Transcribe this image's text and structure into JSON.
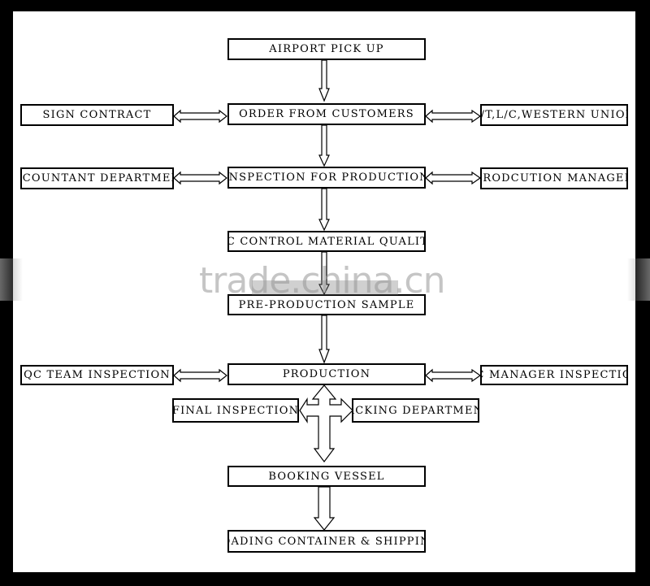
{
  "nodes": {
    "airport_pickup": "AIRPORT PICK UP",
    "order_from_customers": "ORDER FROM CUSTOMERS",
    "sign_contract": "SIGN CONTRACT",
    "payment_methods": "T/T,L/C,WESTERN UNION",
    "inspection_for_production": "INSPECTION FOR PRODUCTION",
    "accountant_department": "ACCOUNTANT DEPARTMENT",
    "production_manager": "PRODCUTION MANAGER",
    "qc_control": "QC CONTROL MATERIAL QUALITY",
    "pre_production_sample": "PRE-PRODUCTION SAMPLE",
    "production": "PRODUCTION",
    "qc_team_inspection": "QC TEAM INSPECTION",
    "qc_manager_inspection": "QC MANAGER INSPECTION",
    "final_inspection": "FINAL INSPECTION",
    "packing_department": "PACKING DEPARTMENT",
    "booking_vessel": "BOOKING VESSEL",
    "loading_container": "LOADING CONTAINER & SHIPPING"
  },
  "watermark": "trade.china.cn",
  "colors": {
    "background": "#000000",
    "panel": "#ffffff",
    "stroke": "#000000"
  }
}
